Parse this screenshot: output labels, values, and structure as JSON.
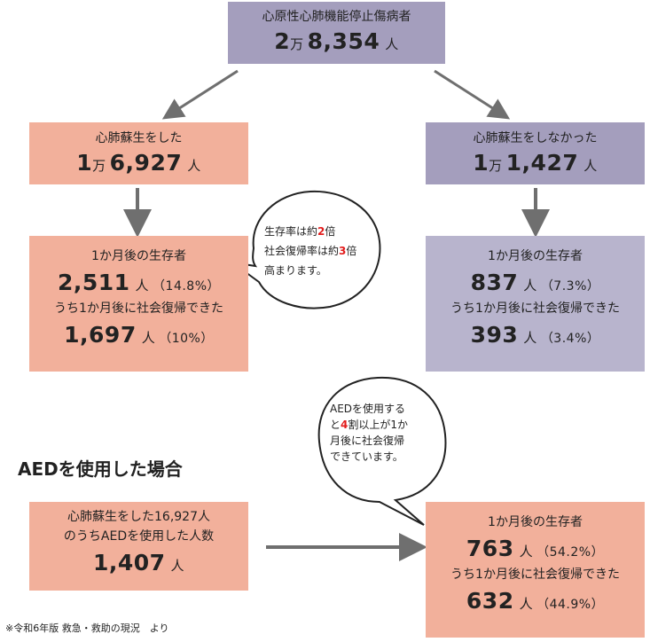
{
  "top": {
    "label": "心原性心肺機能停止傷病者",
    "num_man": "2",
    "man_unit": "万",
    "num": "8,354",
    "unit": "人"
  },
  "left_cpr": {
    "label": "心肺蘇生をした",
    "num_man": "1",
    "man_unit": "万",
    "num": "6,927",
    "unit": "人"
  },
  "right_nocpr": {
    "label": "心肺蘇生をしなかった",
    "num_man": "1",
    "man_unit": "万",
    "num": "1,427",
    "unit": "人"
  },
  "left_survive": {
    "label": "1か月後の生存者",
    "num": "2,511",
    "unit": "人",
    "pct": "（14.8%）",
    "sub_label": "うち1か月後に社会復帰できた",
    "sub_num": "1,697",
    "sub_unit": "人",
    "sub_pct": "（10%）"
  },
  "right_survive": {
    "label": "1か月後の生存者",
    "num": "837",
    "unit": "人",
    "pct": "（7.3%）",
    "sub_label": "うち1か月後に社会復帰できた",
    "sub_num": "393",
    "sub_unit": "人",
    "sub_pct": "（3.4%）"
  },
  "bubble1": {
    "l1a": "生存率は約",
    "l1b": "2",
    "l1c": "倍",
    "l2a": "社会復帰率は約",
    "l2b": "3",
    "l2c": "倍",
    "l3": "高まります。"
  },
  "aed_heading": "AEDを使用した場合",
  "aed_box": {
    "line1": "心肺蘇生をした16,927人",
    "line2": "のうちAEDを使用した人数",
    "num": "1,407",
    "unit": "人"
  },
  "aed_result": {
    "label": "1か月後の生存者",
    "num": "763",
    "unit": "人",
    "pct": "（54.2%）",
    "sub_label": "うち1か月後に社会復帰できた",
    "sub_num": "632",
    "sub_unit": "人",
    "sub_pct": "（44.9%）"
  },
  "bubble2": {
    "l1": "AEDを使用する",
    "l2a": "と",
    "l2b": "4",
    "l2c": "割以上が1か",
    "l3": "月後に社会復帰",
    "l4": "できています。"
  },
  "footnote": "※令和6年版 救急・救助の現況　より",
  "colors": {
    "purple": "#a49ebd",
    "lavender": "#b8b4cd",
    "salmon": "#f2b09b",
    "arrow": "#6f6f6f",
    "accent": "#e21c1c"
  }
}
